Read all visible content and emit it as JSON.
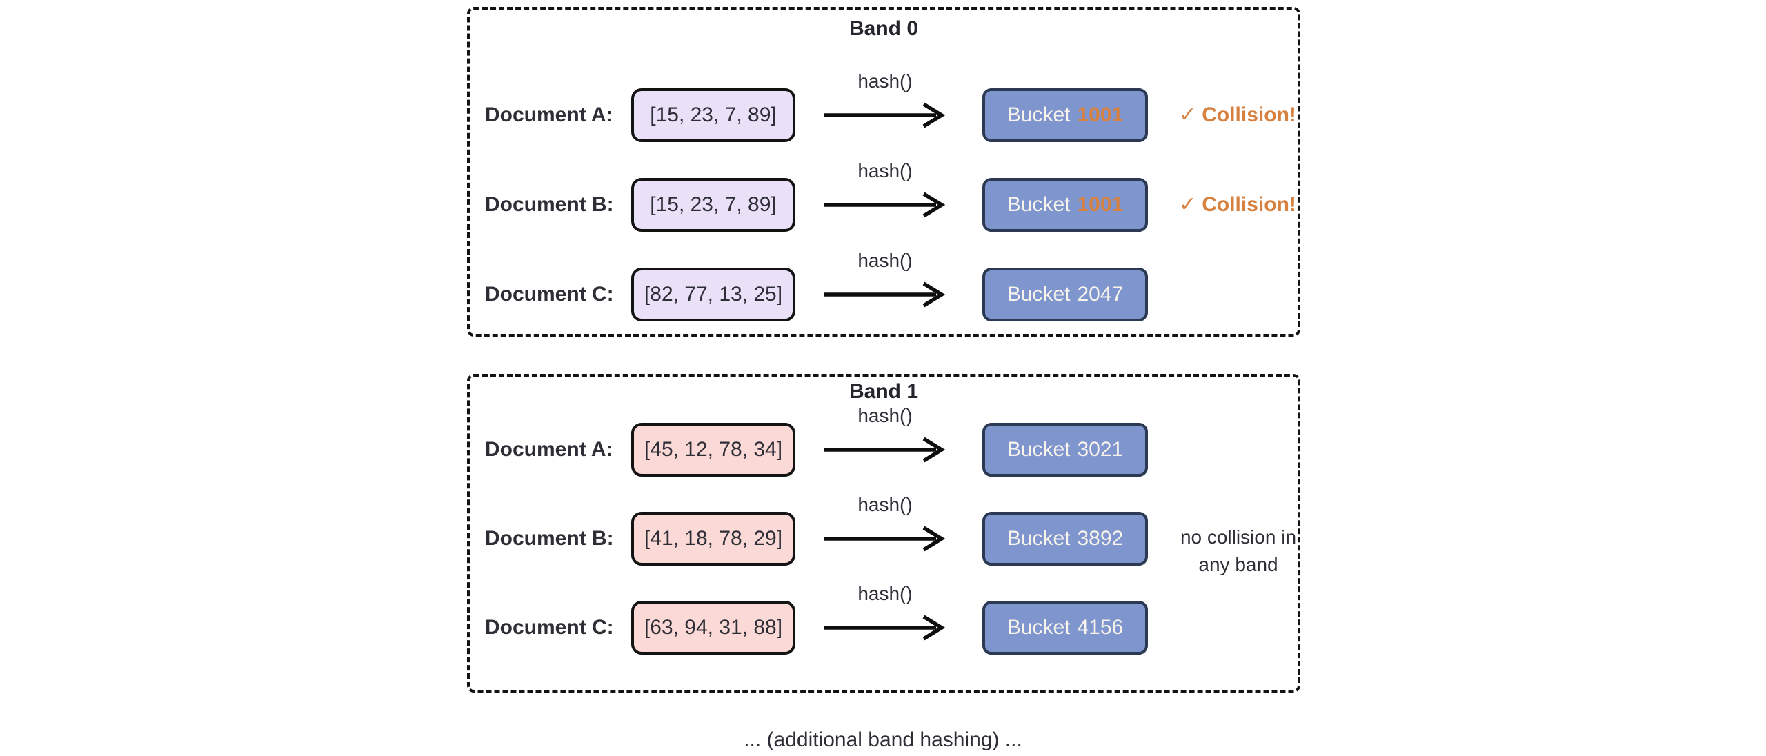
{
  "colors": {
    "background": "#ffffff",
    "text_dark": "#2e2e37",
    "dashed_border": "#131313",
    "band0_vector_fill": "#eae1f8",
    "band1_vector_fill": "#fbd9d6",
    "vector_border": "#131313",
    "bucket_fill": "#7e95cd",
    "bucket_border": "#2b3a52",
    "bucket_text": "#f8f4ec",
    "collision_orange": "#d6813f"
  },
  "bands": [
    {
      "title": "Band 0",
      "rows": [
        {
          "label": "Document A:",
          "vector": "[15, 23, 7, 89]",
          "hash_label": "hash()",
          "bucket_word": "Bucket",
          "bucket_number": "1001",
          "bucket_number_highlighted": true,
          "collision": {
            "check": "✓",
            "label": "Collision!"
          }
        },
        {
          "label": "Document B:",
          "vector": "[15, 23, 7, 89]",
          "hash_label": "hash()",
          "bucket_word": "Bucket",
          "bucket_number": "1001",
          "bucket_number_highlighted": true,
          "collision": {
            "check": "✓",
            "label": "Collision!"
          }
        },
        {
          "label": "Document C:",
          "vector": "[82, 77, 13, 25]",
          "hash_label": "hash()",
          "bucket_word": "Bucket",
          "bucket_number": "2047",
          "bucket_number_highlighted": false,
          "collision": null
        }
      ],
      "annotation": null
    },
    {
      "title": "Band 1",
      "rows": [
        {
          "label": "Document A:",
          "vector": "[45, 12, 78, 34]",
          "hash_label": "hash()",
          "bucket_word": "Bucket",
          "bucket_number": "3021",
          "bucket_number_highlighted": false,
          "collision": null
        },
        {
          "label": "Document B:",
          "vector": "[41, 18, 78, 29]",
          "hash_label": "hash()",
          "bucket_word": "Bucket",
          "bucket_number": "3892",
          "bucket_number_highlighted": false,
          "collision": null
        },
        {
          "label": "Document C:",
          "vector": "[63, 94, 31, 88]",
          "hash_label": "hash()",
          "bucket_word": "Bucket",
          "bucket_number": "4156",
          "bucket_number_highlighted": false,
          "collision": null
        }
      ],
      "annotation": {
        "line1": "no collision in",
        "line2": "any band"
      }
    }
  ],
  "footer": {
    "text": "... (additional band hashing) ..."
  }
}
